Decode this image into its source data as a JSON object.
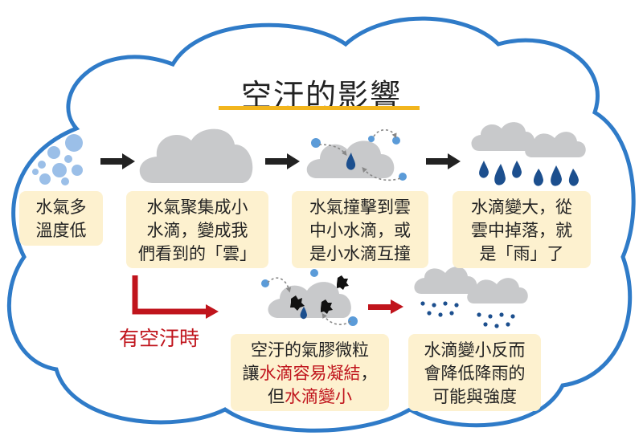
{
  "title": "空汙的影響",
  "colors": {
    "cloud_outline": "#2f7bc8",
    "cloud_gray": "#c8c9cb",
    "drop_blue": "#1c4f8e",
    "vapor_blue": "#9bbfe8",
    "accent_red": "#c0141c",
    "title_underline": "#f2b51d",
    "box_fill": "#fdf1cf"
  },
  "steps": [
    {
      "lines": [
        "水氣多",
        "溫度低"
      ]
    },
    {
      "lines": [
        "水氣聚集成小",
        "水滴，變成我",
        "們看到的「雲」"
      ]
    },
    {
      "lines": [
        "水氣撞擊到雲",
        "中小水滴，或",
        "是小水滴互撞"
      ]
    },
    {
      "lines": [
        "水滴變大，從",
        "雲中掉落，就",
        "是「雨」了"
      ]
    }
  ],
  "haze_label": "有空汙時",
  "haze_steps": [
    {
      "line1": "空汙的氣膠微粒",
      "line2_pre": "讓",
      "line2_red": "水滴容易凝結",
      "line2_post": "，",
      "line3_pre": "但",
      "line3_red": "水滴變小"
    },
    {
      "lines": [
        "水滴變小反而",
        "會降低降雨的",
        "可能與強度"
      ]
    }
  ],
  "icons": [
    "vapor-dots-icon",
    "cloud-icon",
    "collision-cloud-icon",
    "rain-cloud-icon",
    "aerosol-cloud-icon",
    "light-rain-cloud-icon",
    "arrow-right-icon",
    "l-arrow-icon"
  ]
}
